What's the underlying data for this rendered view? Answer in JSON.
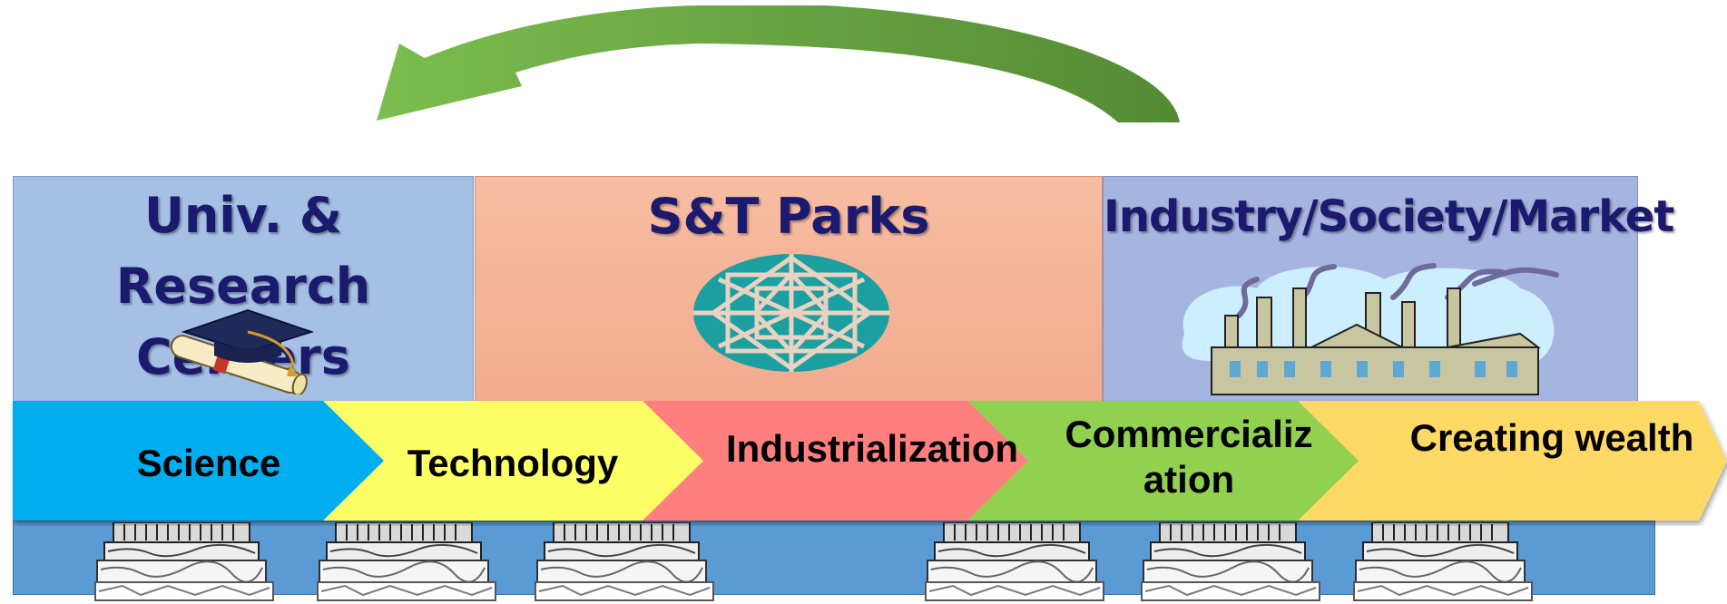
{
  "columns": [
    {
      "title": "Univ. & Research Centers",
      "color": "#a5c0e4",
      "icon": "graduation-cap-diploma-icon"
    },
    {
      "title": "S&T Parks",
      "color": "#f5b89c",
      "icon": "geometric-star-pattern-icon"
    },
    {
      "title": "Industry/Society/Market",
      "color": "#a6b4e0",
      "icon": "factory-icon"
    }
  ],
  "chevrons": [
    {
      "label": "Science",
      "color": "#00aeef"
    },
    {
      "label": "Technology",
      "color": "#ffff66"
    },
    {
      "label": "Industrialization",
      "color": "#ff7f7f"
    },
    {
      "label": "Commercialization",
      "line1": "Commercializ",
      "line2": "ation",
      "color": "#92d050"
    },
    {
      "label": "Creating wealth",
      "color": "#ffd966"
    }
  ],
  "base": {
    "color": "#5b9bd5",
    "icon": "column-pedestal-icon"
  },
  "arrow": {
    "color": "#70ad47",
    "icon": "curved-return-arrow-icon"
  }
}
